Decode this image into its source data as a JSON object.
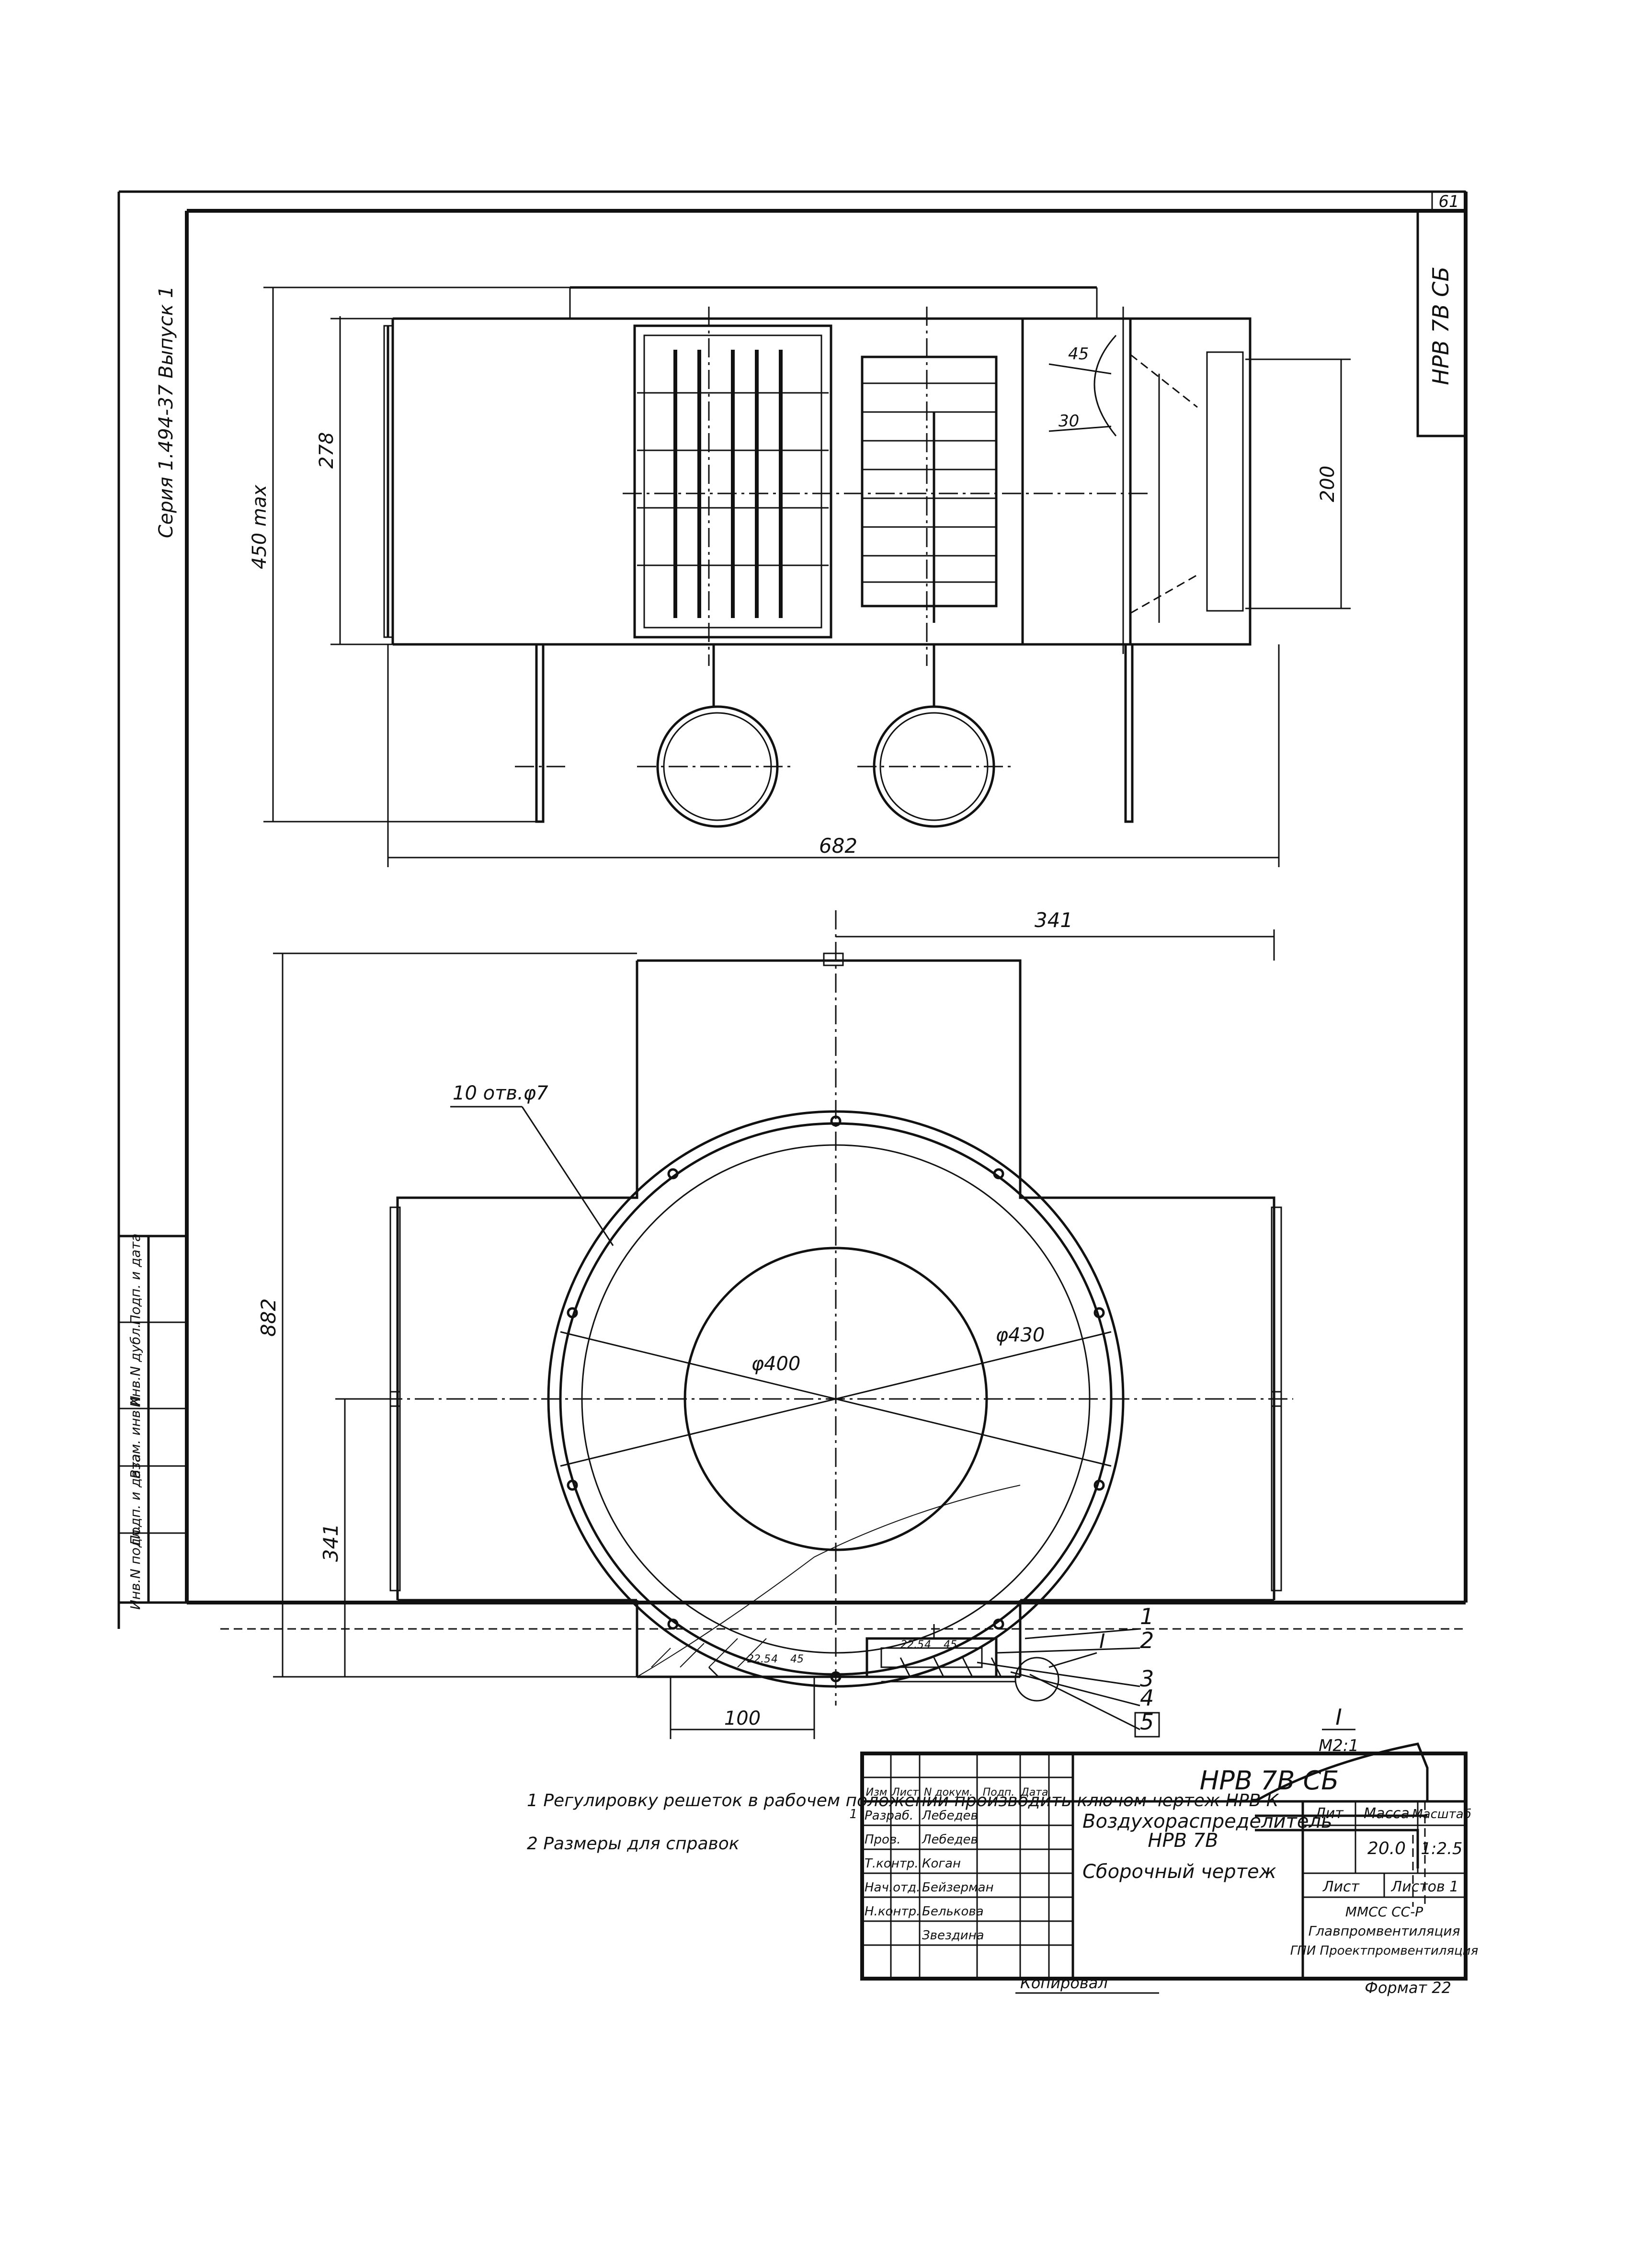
{
  "sheet": {
    "page_number": "61",
    "vertical_code": "НРВ 7В СБ",
    "series_text": "Серия 1.494-37 Выпуск 1"
  },
  "dimensions": {
    "d278": "278",
    "d450max": "450 max",
    "d200": "200",
    "d682": "682",
    "d341_top": "341",
    "d882": "882",
    "d341_left": "341",
    "d100": "100",
    "holes": "10 отв.φ7",
    "dia400": "φ400",
    "dia430": "φ430",
    "angle45": "45",
    "angle30": "30",
    "small_values": [
      "22.5",
      "4",
      "45",
      "22.5",
      "4",
      "45"
    ]
  },
  "callouts": [
    "1",
    "2",
    "3",
    "4",
    "5"
  ],
  "detail": {
    "marker": "I",
    "title": "I",
    "scale": "М2:1"
  },
  "notes": [
    "1 Регулировку решеток в рабочем положении производить ключом чертеж НРВ К",
    "2 Размеры для справок"
  ],
  "title_block": {
    "designation": "НРВ 7В СБ",
    "name_line1": "Воздухораспределитель",
    "name_line2": "НРВ 7В",
    "name_line3": "Сборочный чертеж",
    "col_lit": "Лит",
    "col_mass": "Масса",
    "col_scale": "Масштаб",
    "mass_value": "20.0",
    "scale_value": "1:2.5",
    "sheet_label": "Лист",
    "sheets_label": "Листов 1",
    "org_line1": "ММСС СС-Р",
    "org_line2": "Главпромвентиляция",
    "org_line3": "ГПИ Проектпромвентиляция",
    "header_cells": [
      "Изм",
      "Лист",
      "N докум.",
      "Подп.",
      "Дата"
    ],
    "rows": [
      {
        "role": "Разраб.",
        "name": "Лебедев"
      },
      {
        "role": "Пров.",
        "name": "Лебедев"
      },
      {
        "role": "Т.контр.",
        "name": "Коган"
      },
      {
        "role": "Нач.отд.",
        "name": "Бейзерман"
      },
      {
        "role": "Н.контр.",
        "name": "Белькова"
      },
      {
        "role": "",
        "name": "Звездина"
      }
    ],
    "rev_mark": "1"
  },
  "left_strip": [
    "Инв.N подл.",
    "Подп. и дата",
    "Взам. инв.N",
    "Инв.N дубл.",
    "Подп. и дата"
  ],
  "footer": {
    "copied": "Копировал",
    "format": "Формат 22"
  }
}
